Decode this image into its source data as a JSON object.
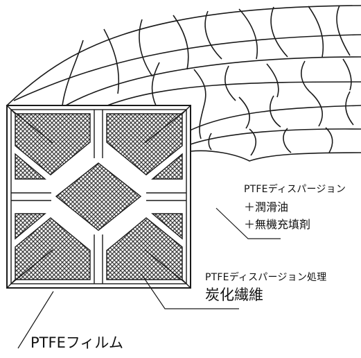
{
  "labels": {
    "dispersion_mix_title": "PTFEディスパージョン",
    "dispersion_mix_lubricant": "＋潤滑油",
    "dispersion_mix_filler": "＋無機充填剤",
    "dispersion_treatment": "PTFEディスパージョン処理",
    "carbon_fiber": "炭化繊維",
    "ptfe_film": "PTFEフィルム"
  },
  "colors": {
    "line": "#1a1a1a",
    "fill": "#ffffff",
    "hatch": "#4a4a4a"
  }
}
